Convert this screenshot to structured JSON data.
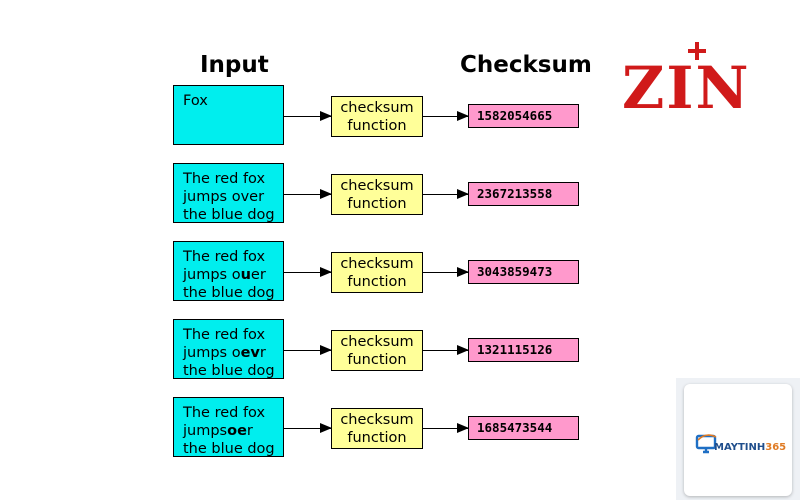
{
  "headers": {
    "input": "Input",
    "checksum": "Checksum"
  },
  "function_label": {
    "line1": "checksum",
    "line2": "function"
  },
  "rows": [
    {
      "input_lines": [
        "Fox"
      ],
      "checksum": "1582054665"
    },
    {
      "input_lines": [
        "The red fox",
        "jumps over",
        "the blue dog"
      ],
      "checksum": "2367213558"
    },
    {
      "input_lines": [
        "The red fox",
        "jumps o<b>u</b>er",
        "the blue dog"
      ],
      "checksum": "3043859473"
    },
    {
      "input_lines": [
        "The red fox",
        "jumps o<b>ev</b>r",
        "the blue dog"
      ],
      "checksum": "1321115126"
    },
    {
      "input_lines": [
        "The red fox",
        "jumps<b>oe</b>r",
        "the blue dog"
      ],
      "checksum": "1685473544"
    }
  ],
  "zin_logo": {
    "text": "ZIN"
  },
  "card_logo": {
    "brand_main": "MAYTINH",
    "brand_num": "365"
  },
  "colors": {
    "input_box": "#00eeee",
    "function_box": "#ffff99",
    "checksum_box": "#ff99cc",
    "zin_red": "#d01a1a"
  }
}
